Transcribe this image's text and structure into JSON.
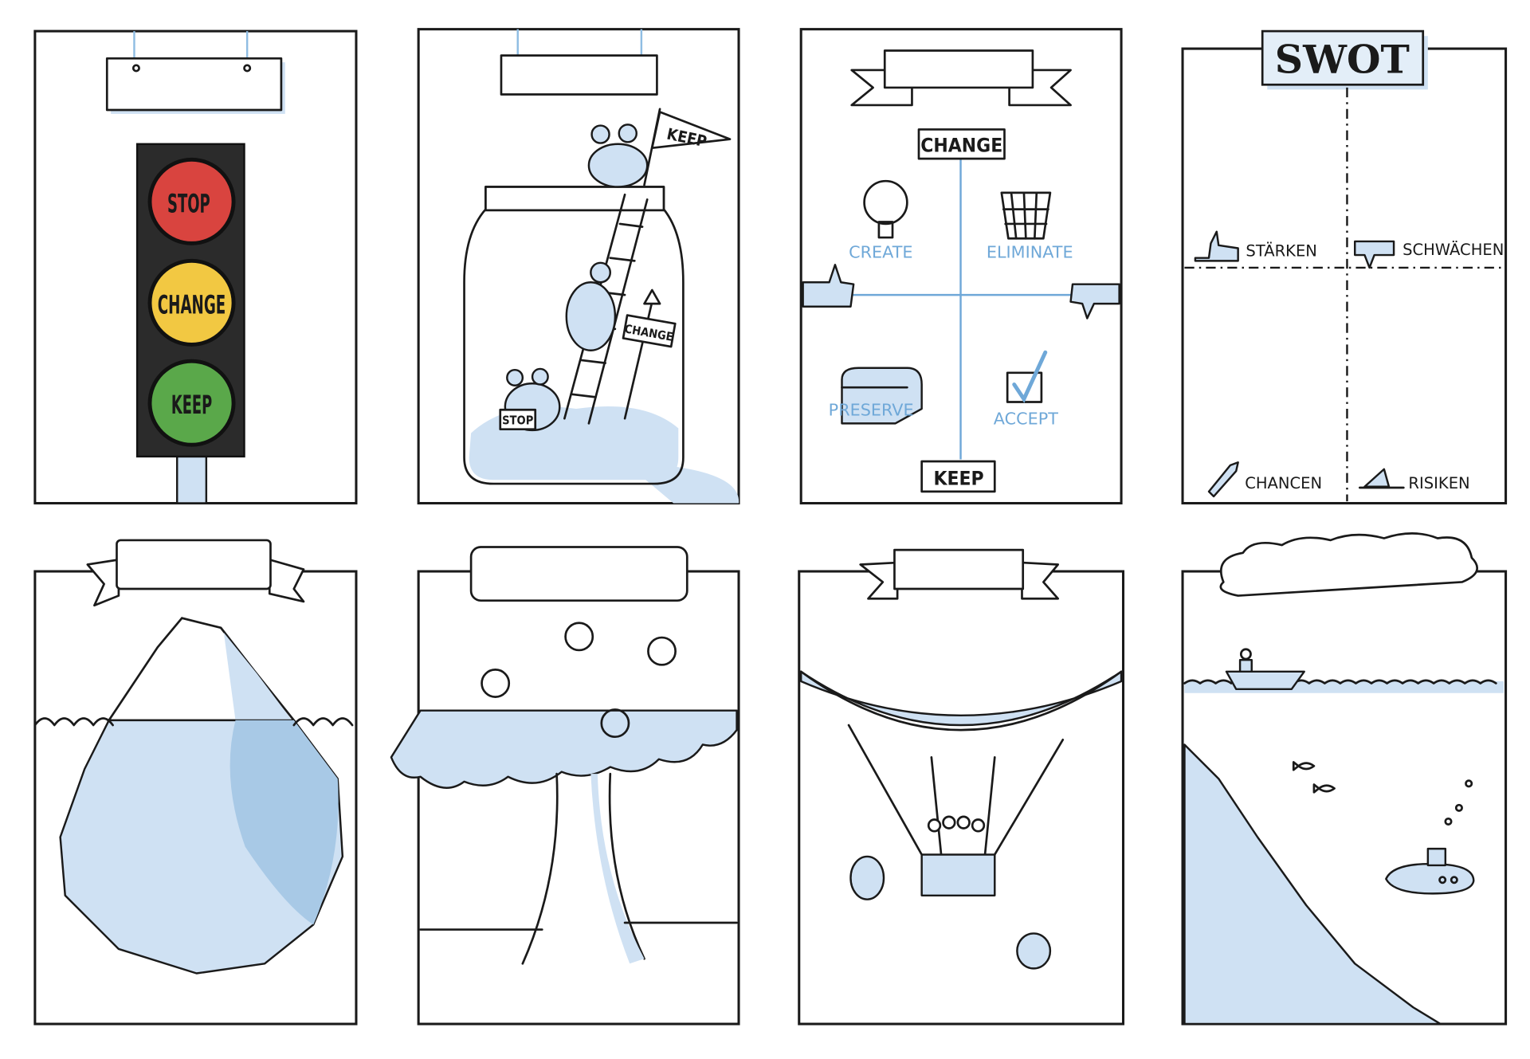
{
  "colors": {
    "ink": "#1a1a1a",
    "wash_blue": "#cfe1f3",
    "label_blue": "#6fa8d8",
    "stop_red": "#d9443f",
    "change_yellow": "#f2c842",
    "keep_green": "#5aa84a",
    "housing": "#2b2b2b"
  },
  "panels": {
    "traffic_light": {
      "stop": "STOP",
      "change": "CHANGE",
      "keep": "KEEP"
    },
    "frog_jar": {
      "flag": "KEEP",
      "arrow_sign": "CHANGE",
      "stop_sign": "STOP"
    },
    "quadrant": {
      "top": "CHANGE",
      "bottom": "KEEP",
      "create": "CREATE",
      "eliminate": "ELIMINATE",
      "preserve": "PRESERVE",
      "accept": "ACCEPT"
    },
    "swot": {
      "title": "SWOT",
      "strengths": "STÄRKEN",
      "weaknesses": "SCHWÄCHEN",
      "opportunities": "CHANCEN",
      "threats": "RISIKEN"
    }
  },
  "icons": [
    "traffic-light-icon",
    "frog-icon",
    "ladder-icon",
    "jar-icon",
    "lightbulb-icon",
    "wastebasket-icon",
    "treasure-chest-icon",
    "checkbox-icon",
    "thumbs-up-icon",
    "thumbs-down-icon",
    "rocket-icon",
    "shark-fin-icon",
    "iceberg-icon",
    "apple-tree-icon",
    "hot-air-balloon-icon",
    "sandbag-icon",
    "boat-icon",
    "submarine-icon",
    "fish-icon",
    "cloud-icon"
  ]
}
